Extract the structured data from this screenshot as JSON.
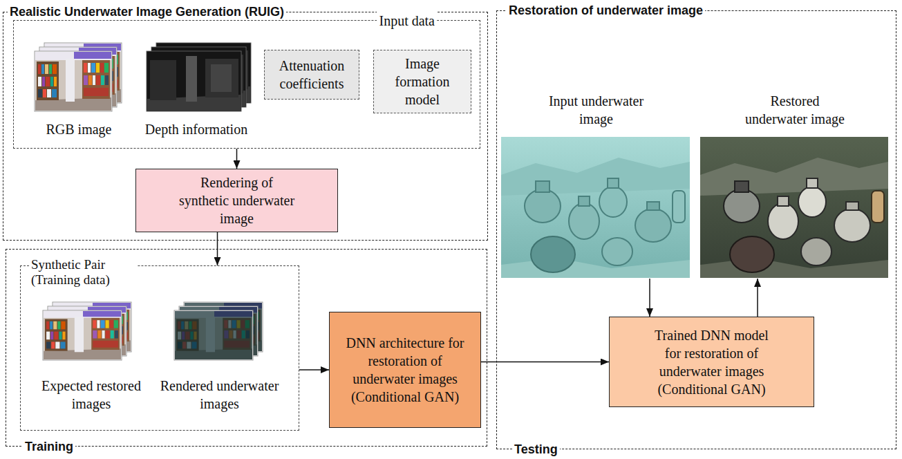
{
  "diagram": {
    "nodes": [
      {
        "text": [
          "Realistic Underwater Image Generation (RUIG)"
        ]
      },
      {
        "text": [
          "Input data"
        ],
        "in": 0
      },
      {
        "text": [
          "RGB image"
        ],
        "in": 1
      },
      {
        "text": [
          "Depth information"
        ],
        "in": 1
      },
      {
        "text": [
          "Attenuation coefficients"
        ],
        "in": 1
      },
      {
        "text": [
          "Image formation model"
        ],
        "in": 1
      },
      {
        "text": [
          "Rendering of synthetic underwater image"
        ],
        "in": 0
      },
      {
        "text": [
          "Training"
        ]
      },
      {
        "text": [
          "Synthetic Pair (Training data)"
        ],
        "in": 7
      },
      {
        "text": [
          "Expected restored images"
        ],
        "in": 8
      },
      {
        "text": [
          "Rendered underwater images"
        ],
        "in": 8
      },
      {
        "text": [
          "DNN architecture for restoration of underwater images (Conditional GAN)"
        ],
        "in": 7
      },
      {
        "text": [
          "Restoration of underwater image",
          "Testing"
        ]
      },
      {
        "text": [
          "Input underwater image"
        ],
        "in": 12
      },
      {
        "text": [
          "Restored underwater image"
        ],
        "in": 12
      },
      {
        "text": [
          "Trained DNN model for restoration of underwater images (Conditional GAN)"
        ],
        "in": 12
      }
    ],
    "edges": [
      {
        "from": 1,
        "to": 6,
        "arrow": "to"
      },
      {
        "from": 6,
        "to": 8,
        "arrow": "to"
      },
      {
        "from": 8,
        "to": 11,
        "arrow": "to"
      },
      {
        "from": 11,
        "to": 15,
        "arrow": "to"
      },
      {
        "from": 13,
        "to": 15,
        "arrow": "to"
      },
      {
        "from": 15,
        "to": 14,
        "arrow": "to"
      }
    ]
  }
}
